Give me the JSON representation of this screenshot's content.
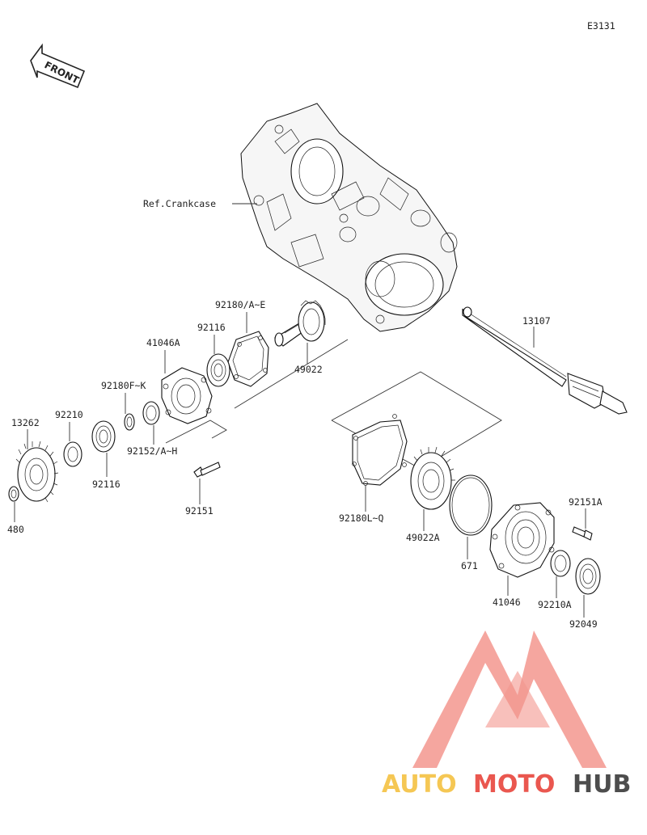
{
  "diagram": {
    "code": "E3131",
    "front_label": "FRONT",
    "ref_label": "Ref.Crankcase",
    "parts": {
      "p13107": "13107",
      "p92180AE": "92180/A~E",
      "p92116a": "92116",
      "p41046A": "41046A",
      "p49022": "49022",
      "p92180FK": "92180F~K",
      "p92210": "92210",
      "p13262": "13262",
      "p92152": "92152/A~H",
      "p92116b": "92116",
      "p92151": "92151",
      "p480": "480",
      "p92180LQ": "92180L~Q",
      "p49022A": "49022A",
      "p671": "671",
      "p92151A": "92151A",
      "p41046": "41046",
      "p92210A": "92210A",
      "p92049": "92049"
    }
  },
  "watermark": {
    "part1": "AUTO",
    "part2": "MOTO",
    "part3": "HUB",
    "colors": {
      "auto": "#f5c242",
      "moto": "#e8453c",
      "hub": "#3a3a3a",
      "logo": "#f28b82"
    }
  }
}
